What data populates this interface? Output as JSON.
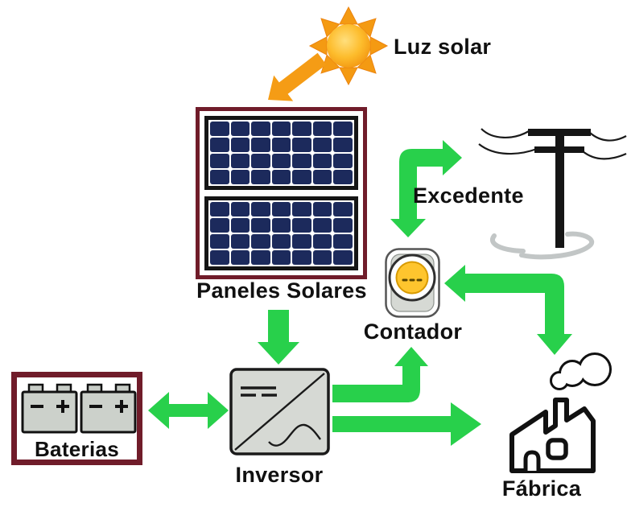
{
  "diagram": {
    "type": "solar-energy-flow",
    "nodes": {
      "sun": {
        "label": "Luz solar"
      },
      "solar_panels": {
        "label": "Paneles Solares",
        "panel_count": 2,
        "cell_columns": 7,
        "cell_rows": 4
      },
      "grid": {
        "label": "Excedente"
      },
      "meter": {
        "label": "Contador"
      },
      "batteries": {
        "label": "Baterias",
        "count": 2,
        "terminals": [
          "−",
          "+"
        ]
      },
      "inverter": {
        "label": "Inversor"
      },
      "factory": {
        "label": "Fábrica"
      }
    },
    "flows": [
      {
        "from": "sun",
        "to": "solar_panels",
        "style": "orange",
        "bidirectional": false
      },
      {
        "from": "solar_panels",
        "to": "inverter",
        "style": "green",
        "bidirectional": false
      },
      {
        "from": "batteries",
        "to": "inverter",
        "style": "green",
        "bidirectional": true
      },
      {
        "from": "inverter",
        "to": "meter",
        "style": "green",
        "bidirectional": false
      },
      {
        "from": "inverter",
        "to": "factory",
        "style": "green",
        "bidirectional": false
      },
      {
        "from": "meter",
        "to": "grid",
        "style": "green",
        "bidirectional": true
      },
      {
        "from": "meter",
        "to": "factory",
        "style": "green",
        "bidirectional": true
      }
    ]
  },
  "colors": {
    "green": "#28d04b",
    "orange": "#f59c15",
    "maroon": "#701c2a",
    "panel-navy": "#1c2a5c",
    "panel-frame": "#151515",
    "device-gray": "#d6d9d4",
    "meter-yellow": "#fec52e",
    "outline": "#1a1a1a",
    "wire-gray": "#c2c6c6",
    "sun-core": "#ffd965",
    "sun-edge": "#f2930e"
  }
}
